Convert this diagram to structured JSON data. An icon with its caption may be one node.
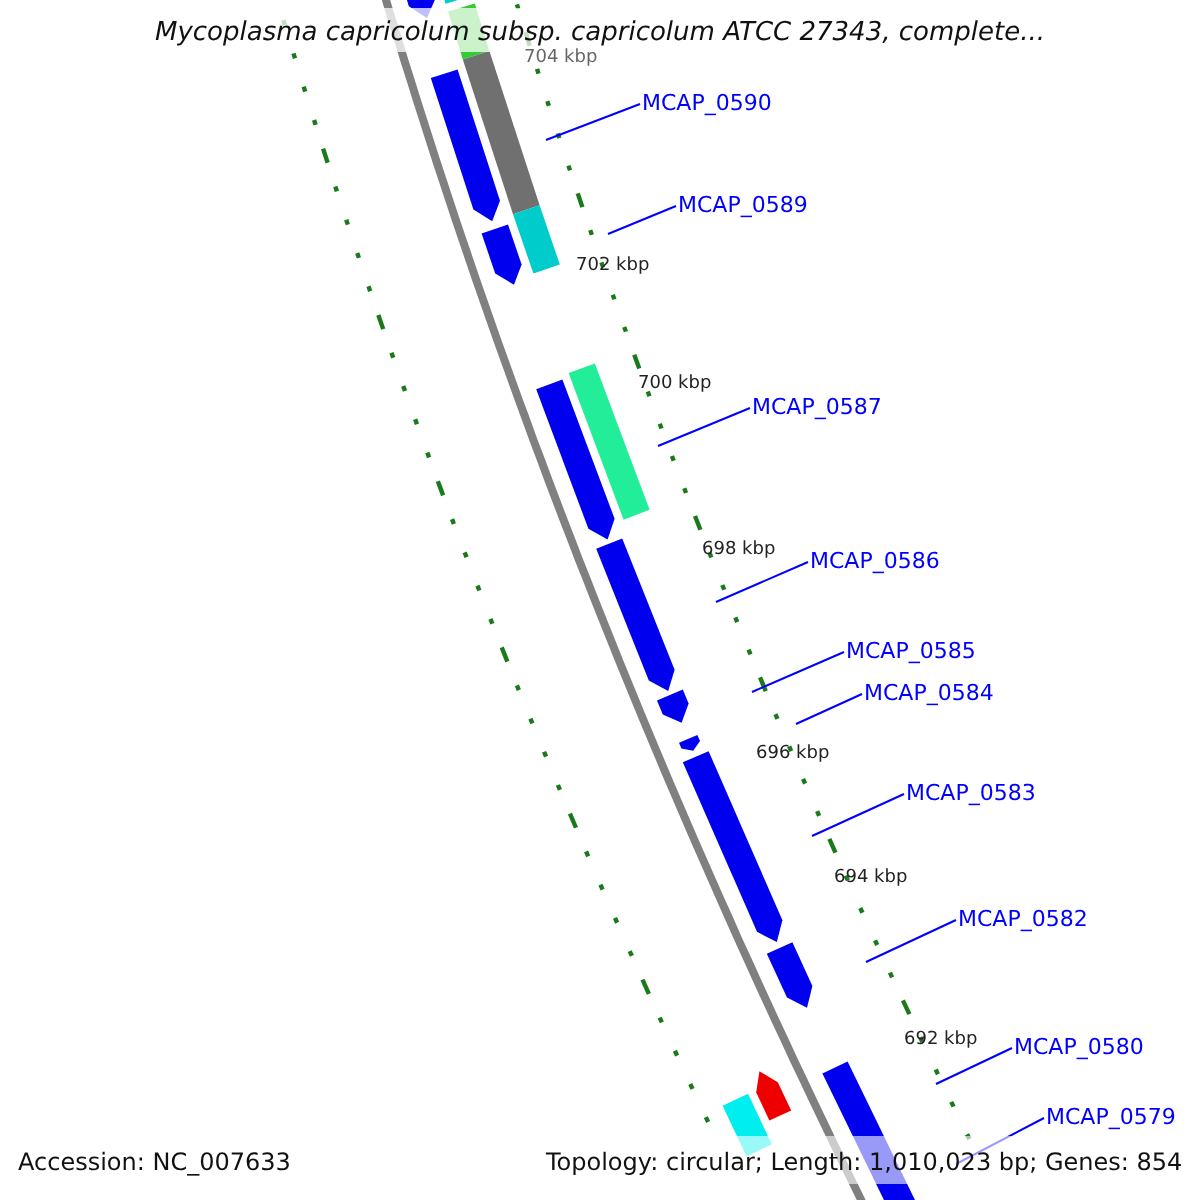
{
  "diagram": {
    "title": "Mycoplasma capricolum subsp. capricolum ATCC 27343, complete...",
    "nodes": [
      {
        "text": [
          "MCAP_0590"
        ]
      },
      {
        "text": [
          "MCAP_0589"
        ]
      },
      {
        "text": [
          "MCAP_0587"
        ]
      },
      {
        "text": [
          "MCAP_0586"
        ]
      },
      {
        "text": [
          "MCAP_0585"
        ]
      },
      {
        "text": [
          "MCAP_0584"
        ]
      },
      {
        "text": [
          "MCAP_0583"
        ]
      },
      {
        "text": [
          "MCAP_0582"
        ]
      },
      {
        "text": [
          "MCAP_0580"
        ]
      },
      {
        "text": [
          "MCAP_0579"
        ]
      }
    ],
    "edges": [
      {
        "from": 0,
        "to": null,
        "arrow": "none"
      },
      {
        "from": 1,
        "to": null,
        "arrow": "none"
      },
      {
        "from": 2,
        "to": null,
        "arrow": "none"
      },
      {
        "from": 3,
        "to": null,
        "arrow": "none"
      },
      {
        "from": 4,
        "to": null,
        "arrow": "none"
      },
      {
        "from": 5,
        "to": null,
        "arrow": "none"
      },
      {
        "from": 6,
        "to": null,
        "arrow": "none"
      },
      {
        "from": 7,
        "to": null,
        "arrow": "none"
      },
      {
        "from": 8,
        "to": null,
        "arrow": "none"
      },
      {
        "from": 9,
        "to": null,
        "arrow": "none"
      }
    ],
    "labels": [
      "704 kbp",
      "702 kbp",
      "700 kbp",
      "698 kbp",
      "696 kbp",
      "694 kbp",
      "692 kbp",
      "Accession: NC_007633",
      "Topology: circular; Length: 1,010,023 bp; Genes: 854"
    ]
  }
}
